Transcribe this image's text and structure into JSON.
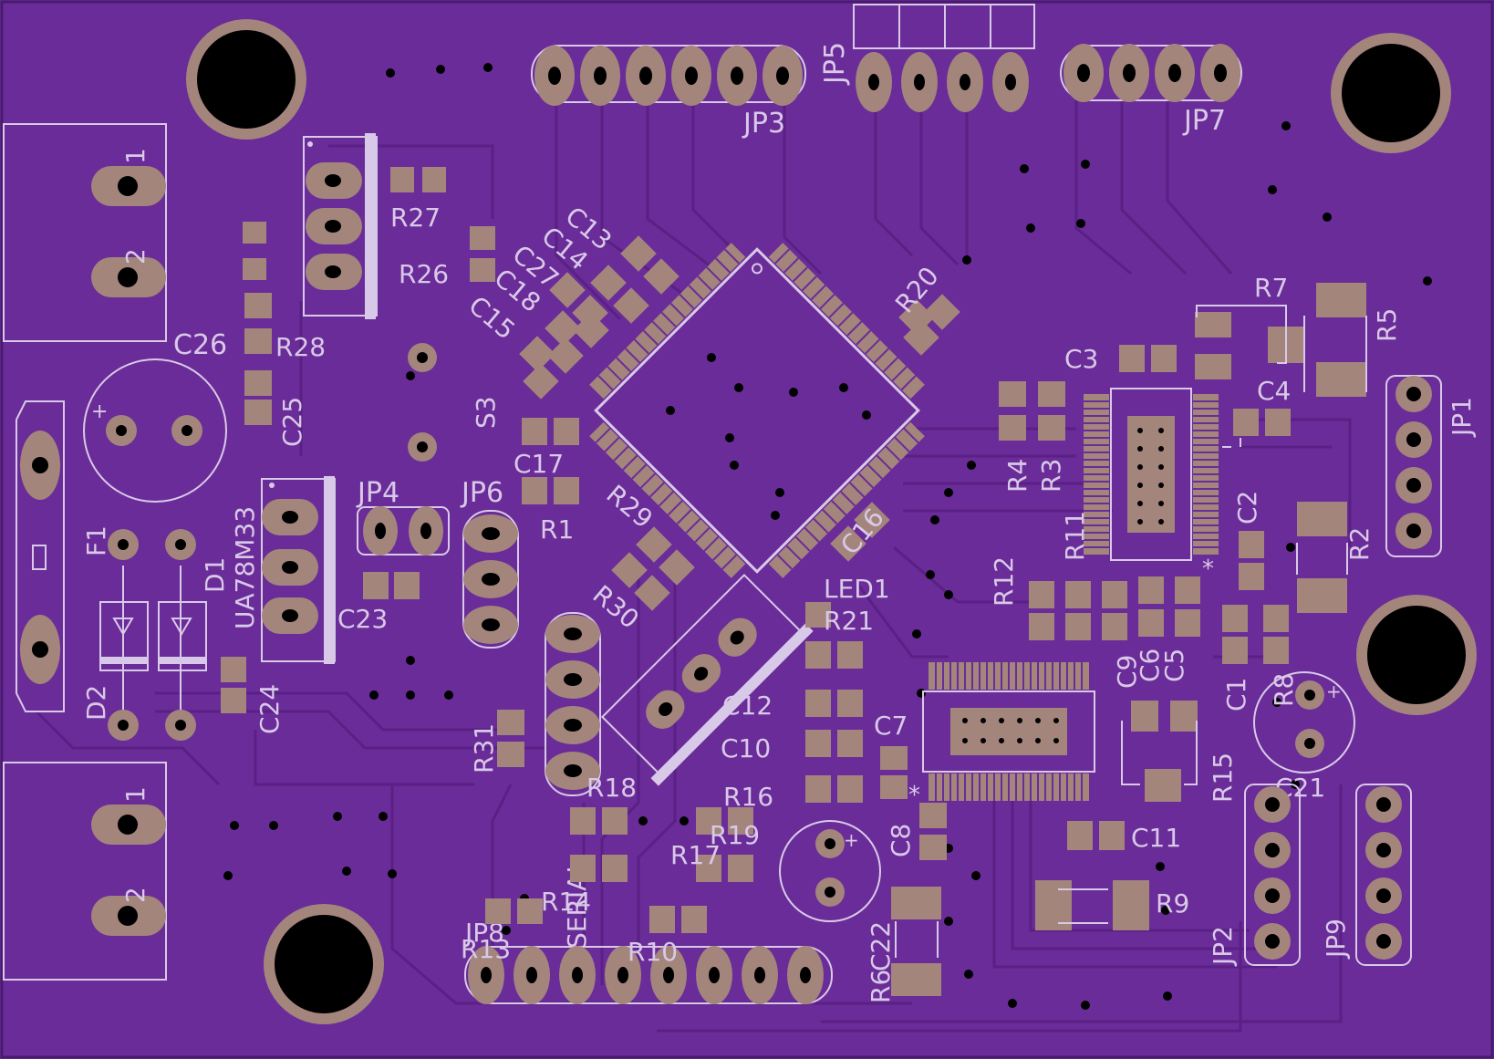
{
  "colors": {
    "board": "#6a2c98",
    "copper": "#5d2289",
    "pad": "#a3857c",
    "silk": "#d9c9e8",
    "hole": "#000000",
    "ring": "#a3857c"
  },
  "labels": {
    "jp5": "JP5",
    "jp3": "JP3",
    "jp7": "JP7",
    "jp1": "JP1",
    "jp2": "JP2",
    "jp9": "JP9",
    "jp4": "JP4",
    "jp6": "JP6",
    "jp8": "JP8",
    "c26": "C26",
    "r28": "R28",
    "c25": "C25",
    "r27": "R27",
    "r26": "R26",
    "c13": "C13",
    "c14": "C14",
    "c27": "C27",
    "c18": "C18",
    "c15": "C15",
    "s3": "S3",
    "c17": "C17",
    "r1": "R1",
    "r29": "R29",
    "r30": "R30",
    "r20": "R20",
    "c16": "C16",
    "led1": "LED1",
    "r21": "R21",
    "c12": "C12",
    "c10": "C10",
    "c7": "C7",
    "c8": "C8",
    "f1": "F1",
    "d1": "D1",
    "d2": "D2",
    "ua78m33": "UA78M33",
    "c23": "C23",
    "c24": "C24",
    "r31": "R31",
    "r18": "R18",
    "r16": "R16",
    "r19": "R19",
    "r17": "R17",
    "r14": "R14",
    "r13": "R13",
    "r10": "R10",
    "serial": "SERIAL",
    "c3": "C3",
    "r7": "R7",
    "r5": "R5",
    "c4": "C4",
    "r4": "R4",
    "r3": "R3",
    "r11": "R11",
    "r12": "R12",
    "c2": "C2",
    "r2": "R2",
    "c9": "C9",
    "c6": "C6",
    "c5": "C5",
    "c1": "C1",
    "r8": "R8",
    "r15": "R15",
    "c21": "C21",
    "c11": "C11",
    "r9": "R9",
    "c22": "C22",
    "r6": "R6",
    "pin1": "1",
    "pin2": "2",
    "plus": "+",
    "star": "*"
  }
}
